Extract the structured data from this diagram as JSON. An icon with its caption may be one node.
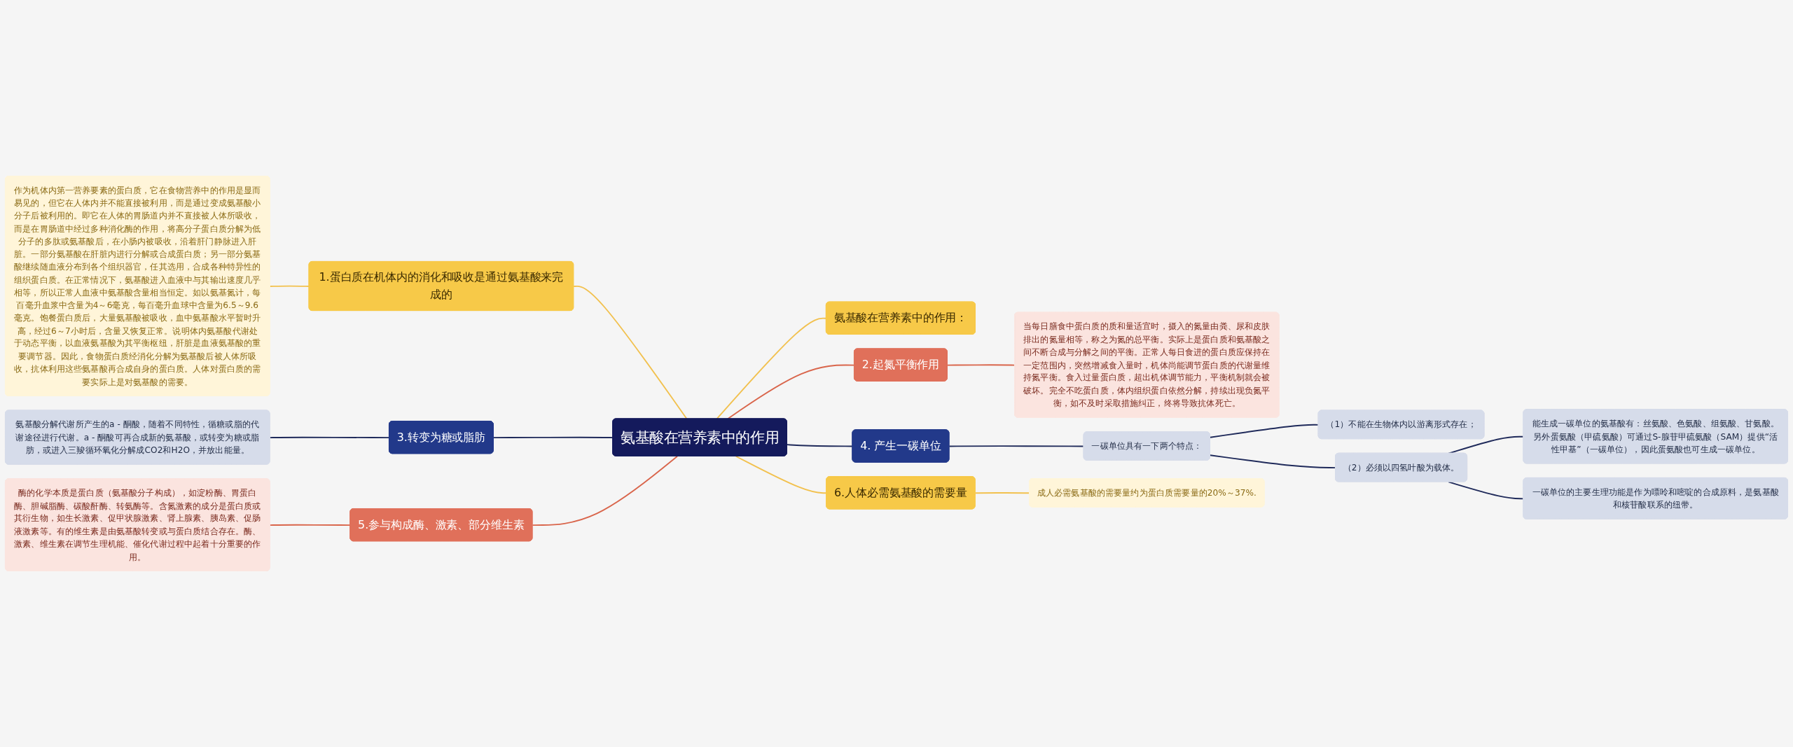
{
  "diagram": {
    "nodes": [
      {
        "text": [
          "氨基酸在营养素中的作用"
        ]
      },
      {
        "text": [
          "氨基酸在营养素中的作用："
        ]
      },
      {
        "text": [
          "2.起氮平衡作用"
        ]
      },
      {
        "text": [
          "当每日膳食中蛋白质的质和量适宜时，摄入的氮量由粪、尿和皮肤排出的氮量相等，称之为氮的总平衡。实际上是蛋白质和氨基酸之间不断合成与分解之间的平衡。正常人每日食进的蛋白质应保持在一定范围内，突然增减食入量时，机体尚能调节蛋白质的代谢量维持氮平衡。食入过量蛋白质，超出机体调节能力，平衡机制就会被破坏。完全不吃蛋白质，体内组织蛋白依然分解，持续出现负氮平衡，如不及时采取措施纠正，终将导致抗体死亡。"
        ]
      },
      {
        "text": [
          "4. 产生一碳单位"
        ]
      },
      {
        "text": [
          "一碳单位具有一下两个特点："
        ]
      },
      {
        "text": [
          "（1）不能在生物体内以游离形式存在；"
        ]
      },
      {
        "text": [
          "（2）必须以四氢叶酸为载体。"
        ]
      },
      {
        "text": [
          "能生成一碳单位的氨基酸有：丝氨酸、色氨酸、组氨酸、甘氨酸。另外蛋氨酸（甲硫氨酸）可通过S-腺苷甲硫氨酸（SAM）提供“活性甲基”（一碳单位），因此蛋氨酸也可生成一碳单位。"
        ]
      },
      {
        "text": [
          "一碳单位的主要生理功能是作为嘌呤和嘧啶的合成原料，是氨基酸和核苷酸联系的纽带。"
        ]
      },
      {
        "text": [
          "6.人体必需氨基酸的需要量"
        ]
      },
      {
        "text": [
          "成人必需氨基酸的需要量约为蛋白质需要量的20%～37%."
        ]
      },
      {
        "text": [
          "1.蛋白质在机体内的消化和吸收是通过氨基酸来完成的"
        ]
      },
      {
        "text": [
          "作为机体内第一营养要素的蛋白质，它在食物营养中的作用是显而易见的，但它在人体内并不能直接被利用，而是通过变成氨基酸小分子后被利用的。即它在人体的胃肠道内并不直接被人体所吸收，而是在胃肠道中经过多种消化酶的作用，将高分子蛋白质分解为低分子的多肽或氨基酸后，在小肠内被吸收，沿着肝门静脉进入肝脏。一部分氨基酸在肝脏内进行分解或合成蛋白质；另一部分氨基酸继续随血液分布到各个组织器官，任其选用，合成各种特异性的组织蛋白质。在正常情况下，氨基酸进入血液中与其输出速度几乎相等，所以正常人血液中氨基酸含量相当恒定。如以氨基氮计，每百毫升血浆中含量为4～6毫克，每百毫升血球中含量为6.5～9.6毫克。饱餐蛋白质后，大量氨基酸被吸收，血中氨基酸水平暂时升高，经过6～7小时后，含量又恢复正常。说明体内氨基酸代谢处于动态平衡，以血液氨基酸为其平衡枢纽，肝脏是血液氨基酸的重要调节器。因此，食物蛋白质经消化分解为氨基酸后被人体所吸收，抗体利用这些氨基酸再合成自身的蛋白质。人体对蛋白质的需要实际上是对氨基酸的需要。"
        ]
      },
      {
        "text": [
          "3.转变为糖或脂肪"
        ]
      },
      {
        "text": [
          "氨基酸分解代谢所产生的a - 酮酸，随着不同特性，循糖或脂的代谢途径进行代谢。a - 酮酸可再合成新的氨基酸，或转变为糖或脂肪，或进入三羧循环氧化分解成CO2和H2O，并放出能量。"
        ]
      },
      {
        "text": [
          "5.参与构成酶、激素、部分维生素"
        ]
      },
      {
        "text": [
          "酶的化学本质是蛋白质（氨基酸分子构成），如淀粉酶、胃蛋白酶、胆碱脂酶、碳酸酐酶、转氨酶等。含氮激素的成分是蛋白质或其衍生物，如生长激素、促甲状腺激素、肾上腺素、胰岛素、促肠液激素等。有的维生素是由氨基酸转变或与蛋白质结合存在。酶、激素、维生素在调节生理机能、催化代谢过程中起着十分重要的作用。"
        ]
      }
    ],
    "edges": [
      {
        "from": 0,
        "to": 1,
        "arrow": "none",
        "color": "#f2c14e"
      },
      {
        "from": 0,
        "to": 2,
        "arrow": "none",
        "color": "#d9654b"
      },
      {
        "from": 2,
        "to": 3,
        "arrow": "none",
        "color": "#d9654b"
      },
      {
        "from": 0,
        "to": 4,
        "arrow": "none"
      },
      {
        "from": 4,
        "to": 5,
        "arrow": "none"
      },
      {
        "from": 5,
        "to": 6,
        "arrow": "none"
      },
      {
        "from": 5,
        "to": 7,
        "arrow": "none"
      },
      {
        "from": 7,
        "to": 8,
        "arrow": "none"
      },
      {
        "from": 7,
        "to": 9,
        "arrow": "none"
      },
      {
        "from": 0,
        "to": 10,
        "arrow": "none",
        "color": "#f2c14e"
      },
      {
        "from": 10,
        "to": 11,
        "arrow": "none",
        "color": "#f2c14e"
      },
      {
        "from": 12,
        "to": 0,
        "arrow": "none",
        "color": "#f2c14e"
      },
      {
        "from": 13,
        "to": 12,
        "arrow": "none",
        "color": "#f2c14e"
      },
      {
        "from": 14,
        "to": 0,
        "arrow": "none"
      },
      {
        "from": 15,
        "to": 14,
        "arrow": "none"
      },
      {
        "from": 16,
        "to": 0,
        "arrow": "none",
        "color": "#d9654b"
      },
      {
        "from": 17,
        "to": 16,
        "arrow": "none",
        "color": "#d9654b"
      }
    ]
  }
}
